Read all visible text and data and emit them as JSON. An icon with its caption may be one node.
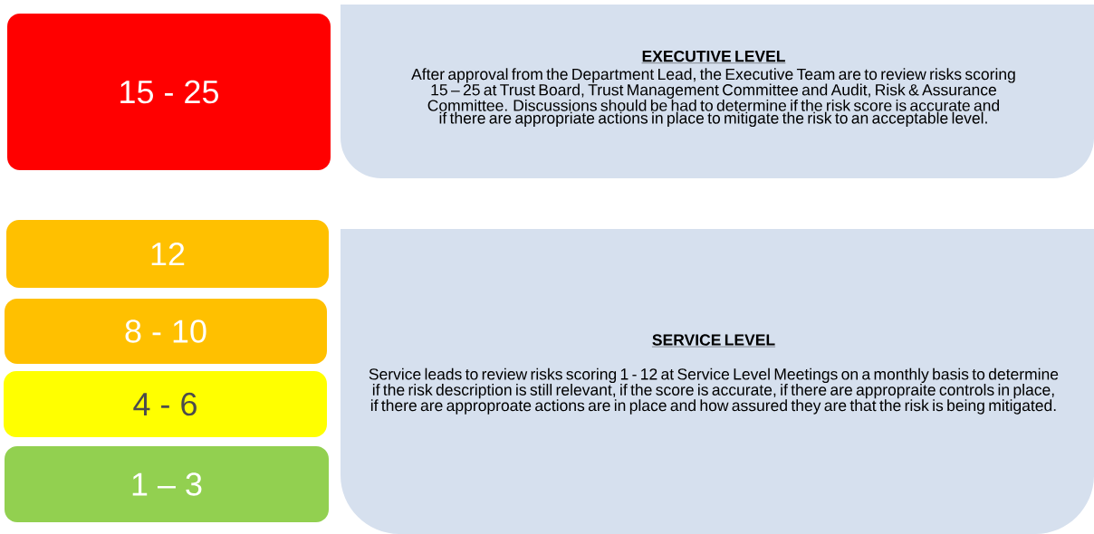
{
  "diagram": {
    "nodes": [
      {
        "text": [
          "15 - 25"
        ]
      },
      {
        "text": [
          "EXECUTIVE LEVEL",
          "After approval from the Department Lead, the Executive Team are to review risks scoring 15 – 25 at Trust Board, Trust Management Committee and Audit, Risk & Assurance Committee. Discussions should be had to determine if the risk score is accurate and if there are appropriate actions in place to mitigate the risk to an acceptable level."
        ]
      },
      {
        "text": [
          "12"
        ]
      },
      {
        "text": [
          "8 - 10"
        ]
      },
      {
        "text": [
          "4 - 6"
        ]
      },
      {
        "text": [
          "1 – 3"
        ]
      },
      {
        "text": [
          "SERVICE LEVEL",
          "Service leads to review risks scoring 1 - 12 at Service Level Meetings on a monthly basis to determine if the risk description is still relevant, if the score is accurate, if there are appropraite controls in place, if there are approproate actions are in place and how assured they are that the risk is being mitigated."
        ]
      }
    ]
  }
}
